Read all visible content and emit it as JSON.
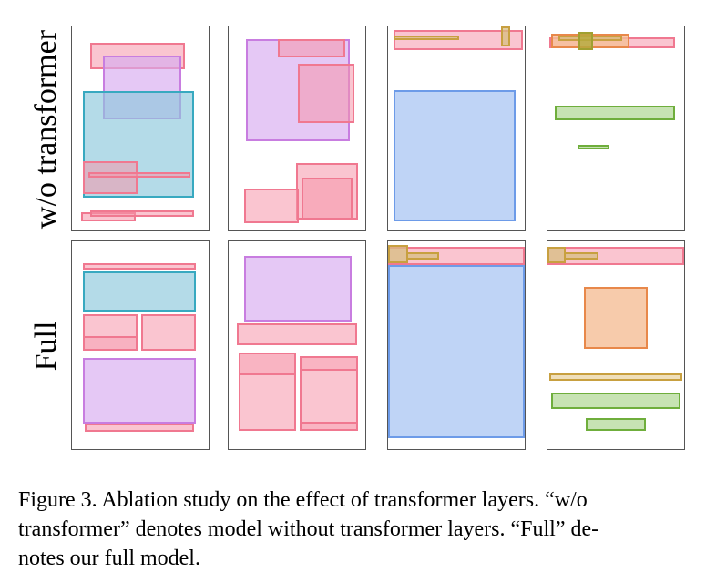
{
  "rows": [
    {
      "label": "w/o transformer"
    },
    {
      "label": "Full"
    }
  ],
  "caption": {
    "line1": "Figure 3. Ablation study on the effect of transformer layers. “w/o",
    "line2": "transformer” denotes model without transformer layers. “Full” de-",
    "line3": "notes our full model."
  },
  "colors": {
    "pink": "#f07890",
    "pink_fill": "rgba(245,150,170,0.55)",
    "purple": "#c87de0",
    "purple_fill": "rgba(215,170,240,0.65)",
    "teal": "#38a9c0",
    "teal_fill": "rgba(140,200,220,0.65)",
    "blue": "#6d9be8",
    "blue_fill": "rgba(180,205,245,0.85)",
    "orange": "#e8884a",
    "orange_fill": "rgba(245,190,150,0.8)",
    "green": "#6fae3c",
    "green_fill": "rgba(185,220,160,0.8)",
    "tan": "#c8a040",
    "tan_fill": "rgba(215,190,130,0.75)"
  }
}
